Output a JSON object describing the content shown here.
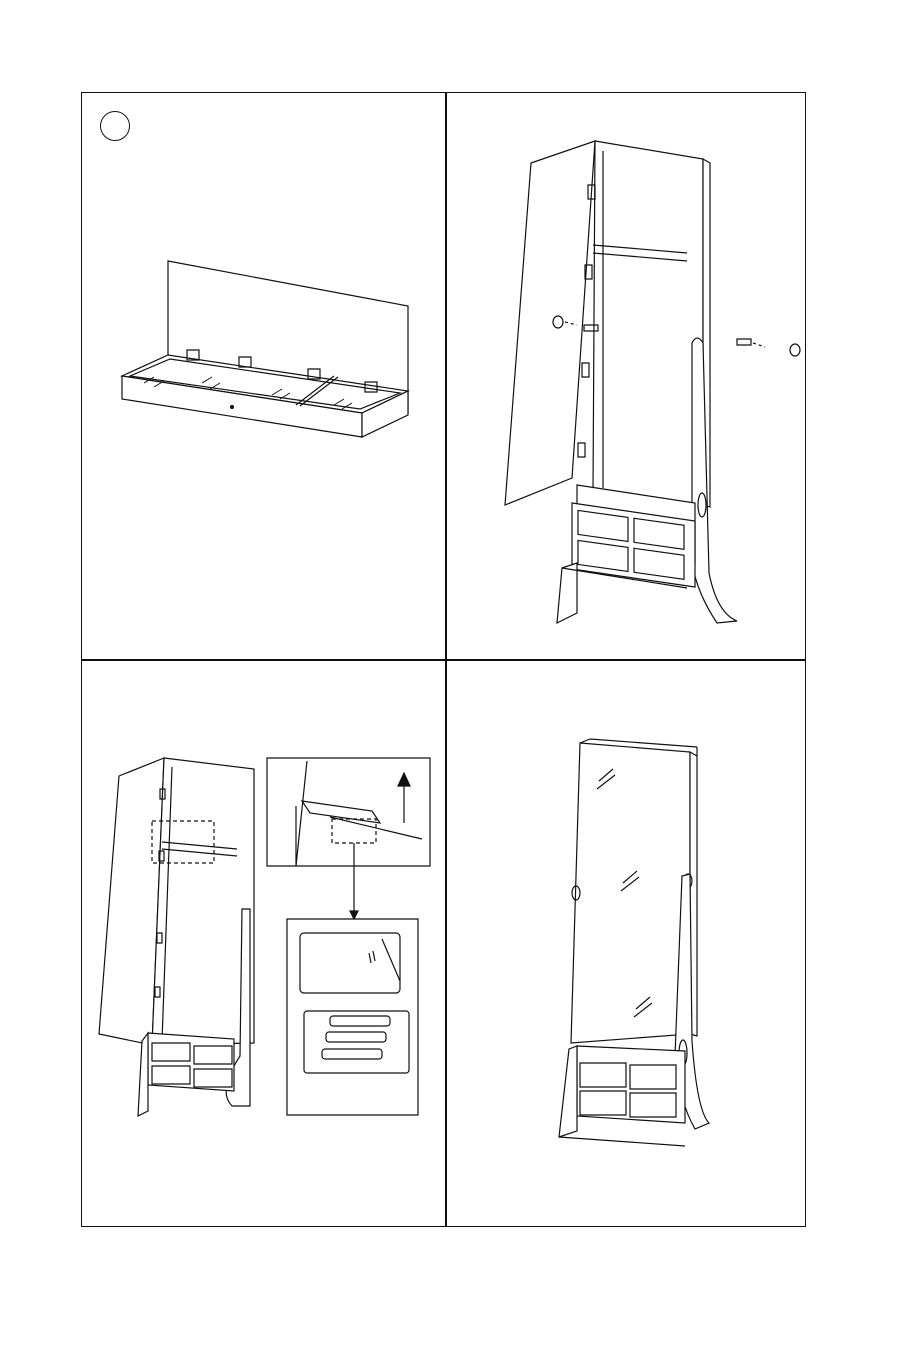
{
  "page": {
    "step_badge": "",
    "panels": [
      {
        "id": "p1",
        "content": "lid-with-hinges-illustration"
      },
      {
        "id": "p2",
        "content": "cabinet-door-open-knob-screws-illustration"
      },
      {
        "id": "p3",
        "content": "cabinet-with-detail-insets-illustration"
      },
      {
        "id": "p4",
        "content": "assembled-mirror-cabinet-illustration"
      }
    ]
  },
  "colors": {
    "line": "#111111",
    "background": "#ffffff"
  }
}
